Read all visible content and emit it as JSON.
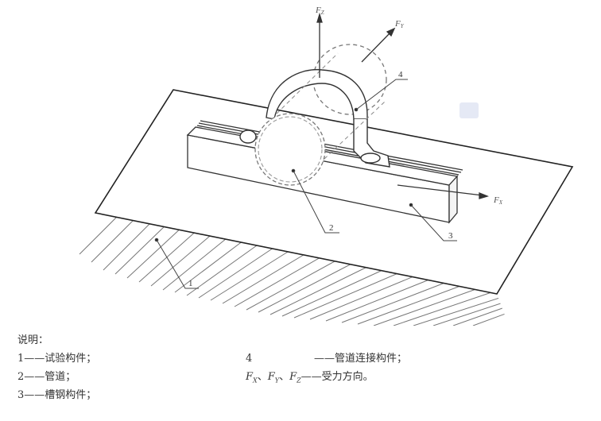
{
  "diagram": {
    "type": "isometric test-fixture drawing",
    "force_labels": {
      "fz": "F",
      "fz_sub": "Z",
      "fy": "F",
      "fy_sub": "Y",
      "fx": "F",
      "fx_sub": "X"
    },
    "callouts": [
      "1",
      "2",
      "3",
      "4"
    ]
  },
  "legend": {
    "title": "说明：",
    "items": [
      {
        "key": "1",
        "dash": "——",
        "text": "试验构件；"
      },
      {
        "key": "2",
        "dash": "——",
        "text": "管道；"
      },
      {
        "key": "3",
        "dash": "——",
        "text": "槽钢构件；"
      },
      {
        "key": "4",
        "dash": "——",
        "text": "管道连接构件；"
      },
      {
        "key": "FX、FY、FZ",
        "dash": "——",
        "text": "受力方向。"
      }
    ],
    "force_key": {
      "f": "F",
      "x": "X",
      "y": "Y",
      "z": "Z",
      "sep": "、"
    }
  }
}
